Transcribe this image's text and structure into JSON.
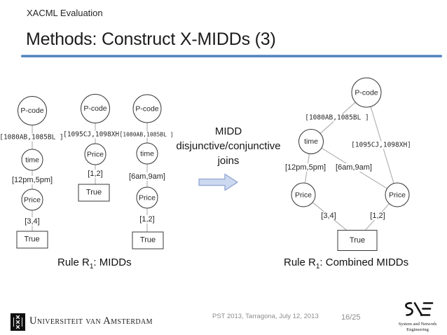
{
  "header": {
    "eyebrow": "XACML Evaluation",
    "title": "Methods: Construct X-MIDDs (3)"
  },
  "middle": {
    "join_line1": "MIDD",
    "join_line2": "disjunctive/conjunctive",
    "join_line3": "joins"
  },
  "captions": {
    "left": {
      "prefix": "Rule R",
      "sub": "1",
      "suffix": ": MIDDs"
    },
    "right": {
      "prefix": "Rule R",
      "sub": "1",
      "suffix": ": Combined MIDDs"
    }
  },
  "midds": {
    "tree1": {
      "root": "P-code",
      "edge1": "[1080AB,1085BL ]",
      "node2": "time",
      "edge2": "[12pm,5pm]",
      "node3": "Price",
      "edge3": "[3,4]",
      "leaf": "True"
    },
    "tree2": {
      "root": "P-code",
      "edge1": "[1095CJ,1098XH]",
      "node2": "Price",
      "edge2": "[1,2]",
      "leaf": "True"
    },
    "tree3": {
      "root": "P-code",
      "edge1": "[1080AB,1085BL ]",
      "node2": "time",
      "edge2": "[6am,9am]",
      "node3": "Price",
      "edge3": "[1,2]",
      "leaf": "True"
    }
  },
  "combined": {
    "root": "P-code",
    "edge_root_time": "[1080AB,1085BL ]",
    "edge_root_price2": "[1095CJ,1098XH]",
    "time": "time",
    "edge_time_price1": "[12pm,5pm]",
    "edge_time_price2": "[6am,9am]",
    "price1": "Price",
    "price2": "Price",
    "edge_price1_leaf": "[3,4]",
    "edge_price2_leaf": "[1,2]",
    "leaf": "True"
  },
  "footer": {
    "university": "Universiteit van Amsterdam",
    "conference": "PST 2013, Tarragona, July 12, 2013",
    "page": "16/25",
    "sne_caption_line1": "System and Network",
    "sne_caption_line2": "Engineering"
  },
  "colors": {
    "accent_blue": "#4f81bd",
    "arrow_fill": "#cdd9f0",
    "arrow_border": "#98abd4",
    "edge_gray": "#b3b3b3",
    "node_border": "#333333",
    "footer_gray": "#8c8c8c"
  }
}
